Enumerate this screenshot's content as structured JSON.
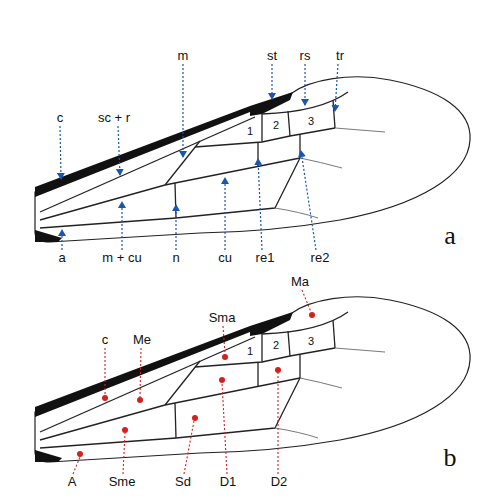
{
  "diagram": {
    "labels": [
      "c",
      "sc + r",
      "m",
      "st",
      "rs",
      "tr",
      "1",
      "2",
      "3",
      "a",
      "m + cu",
      "n",
      "cu",
      "re1",
      "re2",
      "a",
      "Ma",
      "Sma",
      "1",
      "2",
      "3",
      "c",
      "Me",
      "A",
      "Sme",
      "Sd",
      "D1",
      "D2",
      "b"
    ]
  }
}
